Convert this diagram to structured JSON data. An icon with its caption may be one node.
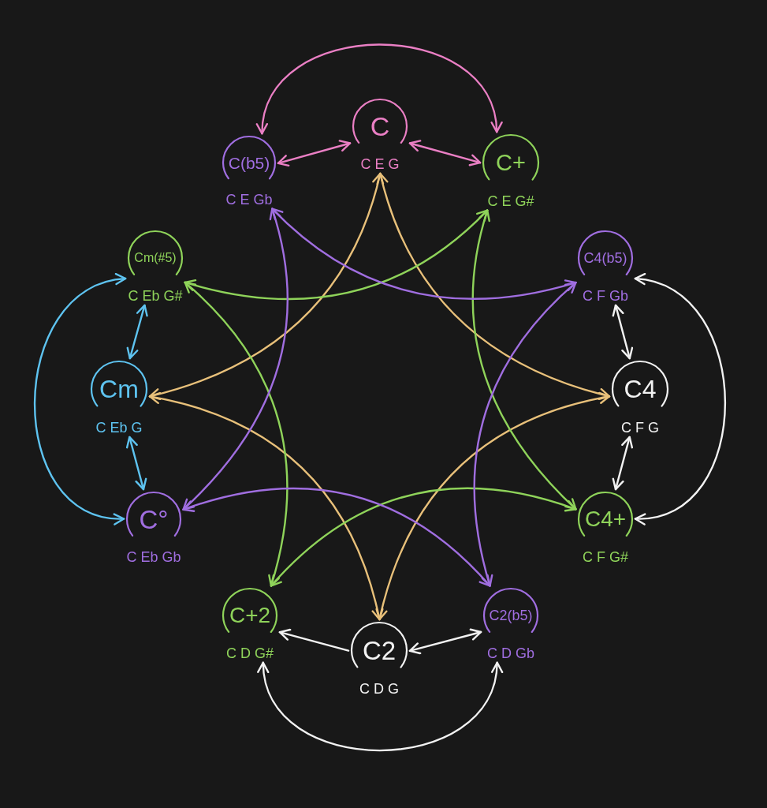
{
  "diagram": {
    "nodes": [
      {
        "text": [
          "C(b5)",
          "C E Gb"
        ]
      },
      {
        "text": [
          "C",
          "C E G"
        ]
      },
      {
        "text": [
          "C+",
          "C E G#"
        ]
      },
      {
        "text": [
          "Cm(#5)",
          "C Eb G#"
        ]
      },
      {
        "text": [
          "C4(b5)",
          "C F Gb"
        ]
      },
      {
        "text": [
          "Cm",
          "C Eb G"
        ]
      },
      {
        "text": [
          "C4",
          "C F G"
        ]
      },
      {
        "text": [
          "C°",
          "C Eb Gb"
        ]
      },
      {
        "text": [
          "C4+",
          "C F G#"
        ]
      },
      {
        "text": [
          "C+2",
          "C D G#"
        ]
      },
      {
        "text": [
          "C2",
          "C D G"
        ]
      },
      {
        "text": [
          "C2(b5)",
          "C D Gb"
        ]
      }
    ],
    "edges": [
      {
        "from": 0,
        "to": 1,
        "arrow": "both",
        "color": "#ea7fc4"
      },
      {
        "from": 1,
        "to": 2,
        "arrow": "both",
        "color": "#ea7fc4"
      },
      {
        "from": 0,
        "to": 2,
        "arrow": "both",
        "color": "#ea7fc4"
      },
      {
        "from": 3,
        "to": 5,
        "arrow": "both",
        "color": "#5ec3f0"
      },
      {
        "from": 5,
        "to": 7,
        "arrow": "both",
        "color": "#5ec3f0"
      },
      {
        "from": 3,
        "to": 7,
        "arrow": "both",
        "color": "#5ec3f0"
      },
      {
        "from": 4,
        "to": 6,
        "arrow": "both"
      },
      {
        "from": 6,
        "to": 8,
        "arrow": "both"
      },
      {
        "from": 4,
        "to": 8,
        "arrow": "both"
      },
      {
        "from": 10,
        "to": 9,
        "arrow": "to"
      },
      {
        "from": 10,
        "to": 11,
        "arrow": "both"
      },
      {
        "from": 9,
        "to": 11,
        "arrow": "both"
      },
      {
        "from": 1,
        "to": 6,
        "arrow": "both",
        "color": "#e8c07a"
      },
      {
        "from": 6,
        "to": 10,
        "arrow": "both",
        "color": "#e8c07a"
      },
      {
        "from": 10,
        "to": 5,
        "arrow": "both",
        "color": "#e8c07a"
      },
      {
        "from": 5,
        "to": 1,
        "arrow": "both",
        "color": "#e8c07a"
      },
      {
        "from": 2,
        "to": 8,
        "arrow": "both",
        "color": "#8fd35a"
      },
      {
        "from": 8,
        "to": 9,
        "arrow": "both",
        "color": "#8fd35a"
      },
      {
        "from": 9,
        "to": 3,
        "arrow": "both",
        "color": "#8fd35a"
      },
      {
        "from": 3,
        "to": 2,
        "arrow": "both",
        "color": "#8fd35a"
      },
      {
        "from": 0,
        "to": 4,
        "arrow": "both",
        "color": "#a06ee0"
      },
      {
        "from": 4,
        "to": 11,
        "arrow": "both",
        "color": "#a06ee0"
      },
      {
        "from": 11,
        "to": 7,
        "arrow": "both",
        "color": "#a06ee0"
      },
      {
        "from": 7,
        "to": 0,
        "arrow": "both",
        "color": "#a06ee0"
      }
    ]
  }
}
